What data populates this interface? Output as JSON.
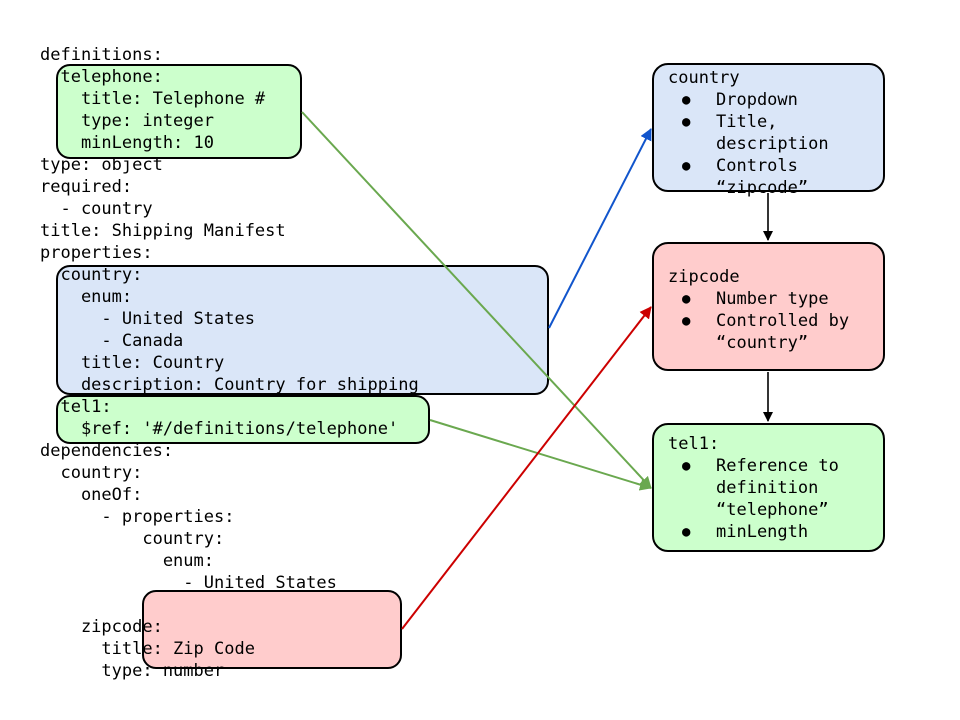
{
  "code_lines": [
    "definitions:",
    "  telephone:",
    "    title: Telephone #",
    "    type: integer",
    "    minLength: 10",
    "type: object",
    "required:",
    "  - country",
    "title: Shipping Manifest",
    "properties:",
    "  country:",
    "    enum:",
    "      - United States",
    "      - Canada",
    "    title: Country",
    "    description: Country for shipping",
    "  tel1:",
    "    $ref: '#/definitions/telephone'",
    "dependencies:",
    "  country:",
    "    oneOf:",
    "      - properties:",
    "          country:",
    "            enum:",
    "              - United States",
    "",
    "    zipcode:",
    "      title: Zip Code",
    "      type: number"
  ],
  "cards": {
    "country": {
      "title": "country",
      "items": [
        "Dropdown",
        "Title,\ndescription",
        "Controls\n“zipcode”"
      ]
    },
    "zipcode": {
      "title": "zipcode",
      "items": [
        "Number type",
        "Controlled by\n“country”"
      ]
    },
    "tel1": {
      "title": "tel1:",
      "items": [
        "Reference to\ndefinition\n“telephone”",
        "minLength"
      ]
    }
  },
  "colors": {
    "green_fill": "#ccffcc",
    "blue_fill": "#dae6f8",
    "red_fill": "#ffcccc",
    "green_line": "#6aa84f",
    "blue_line": "#1155cc",
    "red_line": "#cc0000"
  }
}
